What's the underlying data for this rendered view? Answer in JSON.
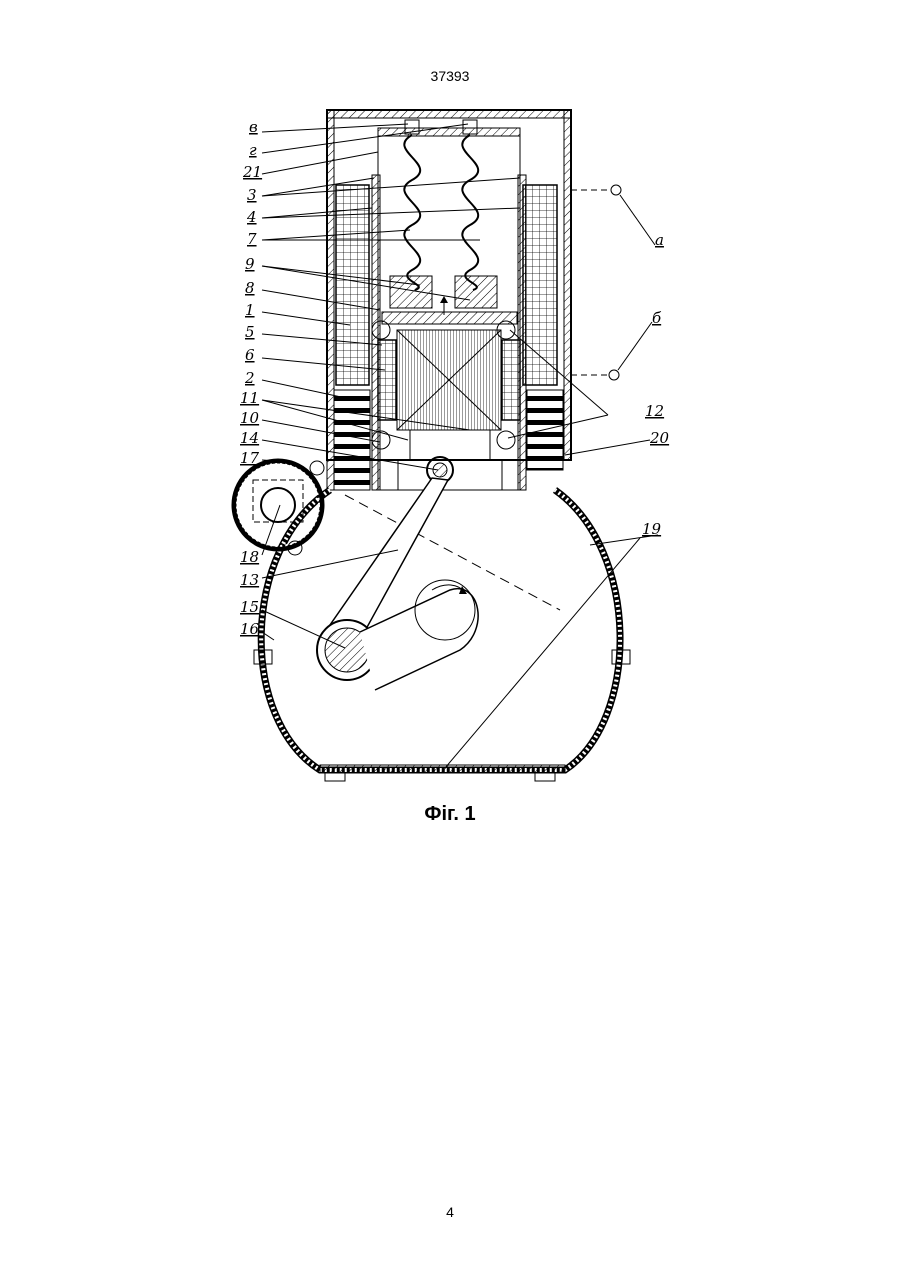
{
  "header": {
    "document_number": "37393"
  },
  "figure": {
    "caption": "Фіг. 1",
    "labels": {
      "l_v": "в",
      "l_g": "г",
      "l_21": "21",
      "l_3": "3",
      "l_4": "4",
      "l_7": "7",
      "l_9": "9",
      "l_8": "8",
      "l_1": "1",
      "l_5": "5",
      "l_6": "6",
      "l_2": "2",
      "l_11": "11",
      "l_10": "10",
      "l_14": "14",
      "l_17": "17",
      "l_18": "18",
      "l_13": "13",
      "l_15": "15",
      "l_16": "16",
      "l_a": "а",
      "l_b": "б",
      "l_12": "12",
      "l_20": "20",
      "l_19": "19"
    }
  },
  "footer": {
    "page_number": "4"
  }
}
